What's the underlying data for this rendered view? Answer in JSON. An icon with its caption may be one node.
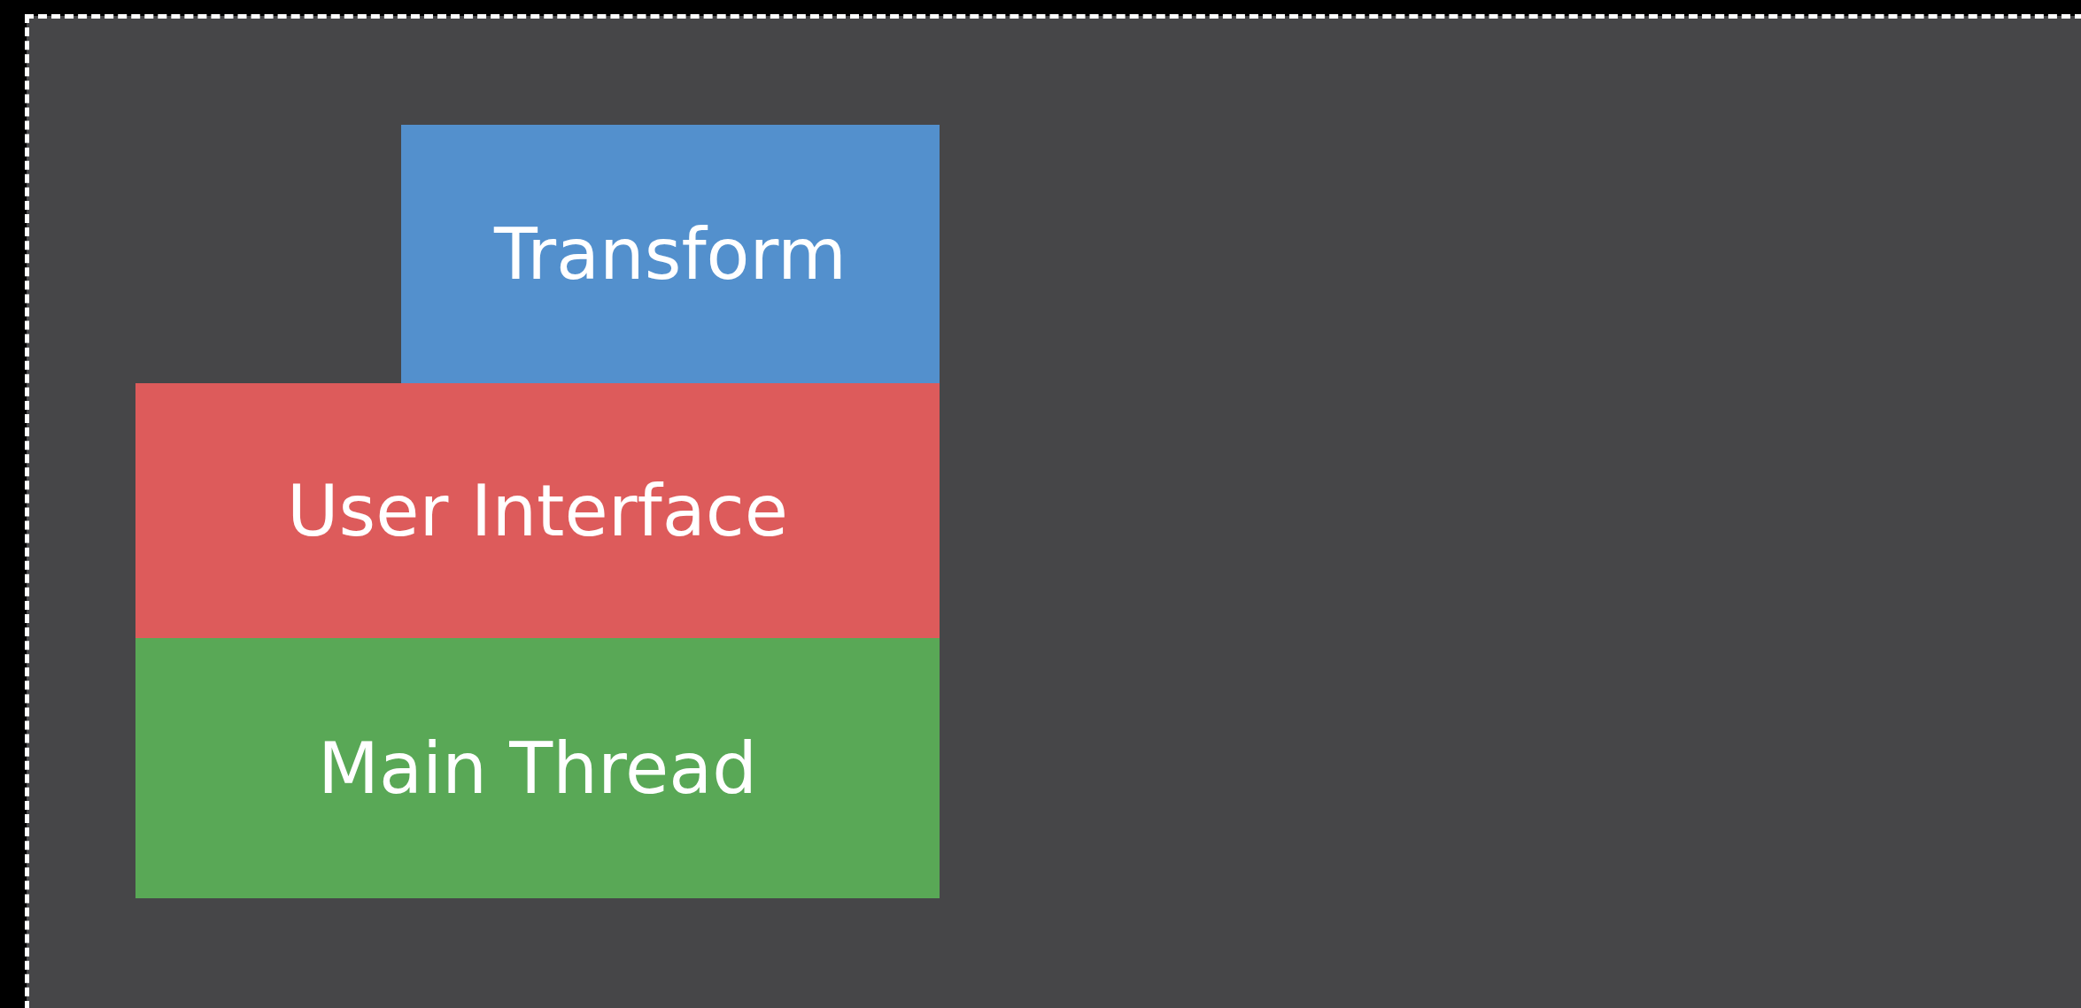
{
  "diagram": {
    "nodes": [
      {
        "text": [
          "Transform"
        ]
      },
      {
        "text": [
          "User Interface"
        ]
      },
      {
        "text": [
          "Main Thread"
        ]
      }
    ]
  }
}
